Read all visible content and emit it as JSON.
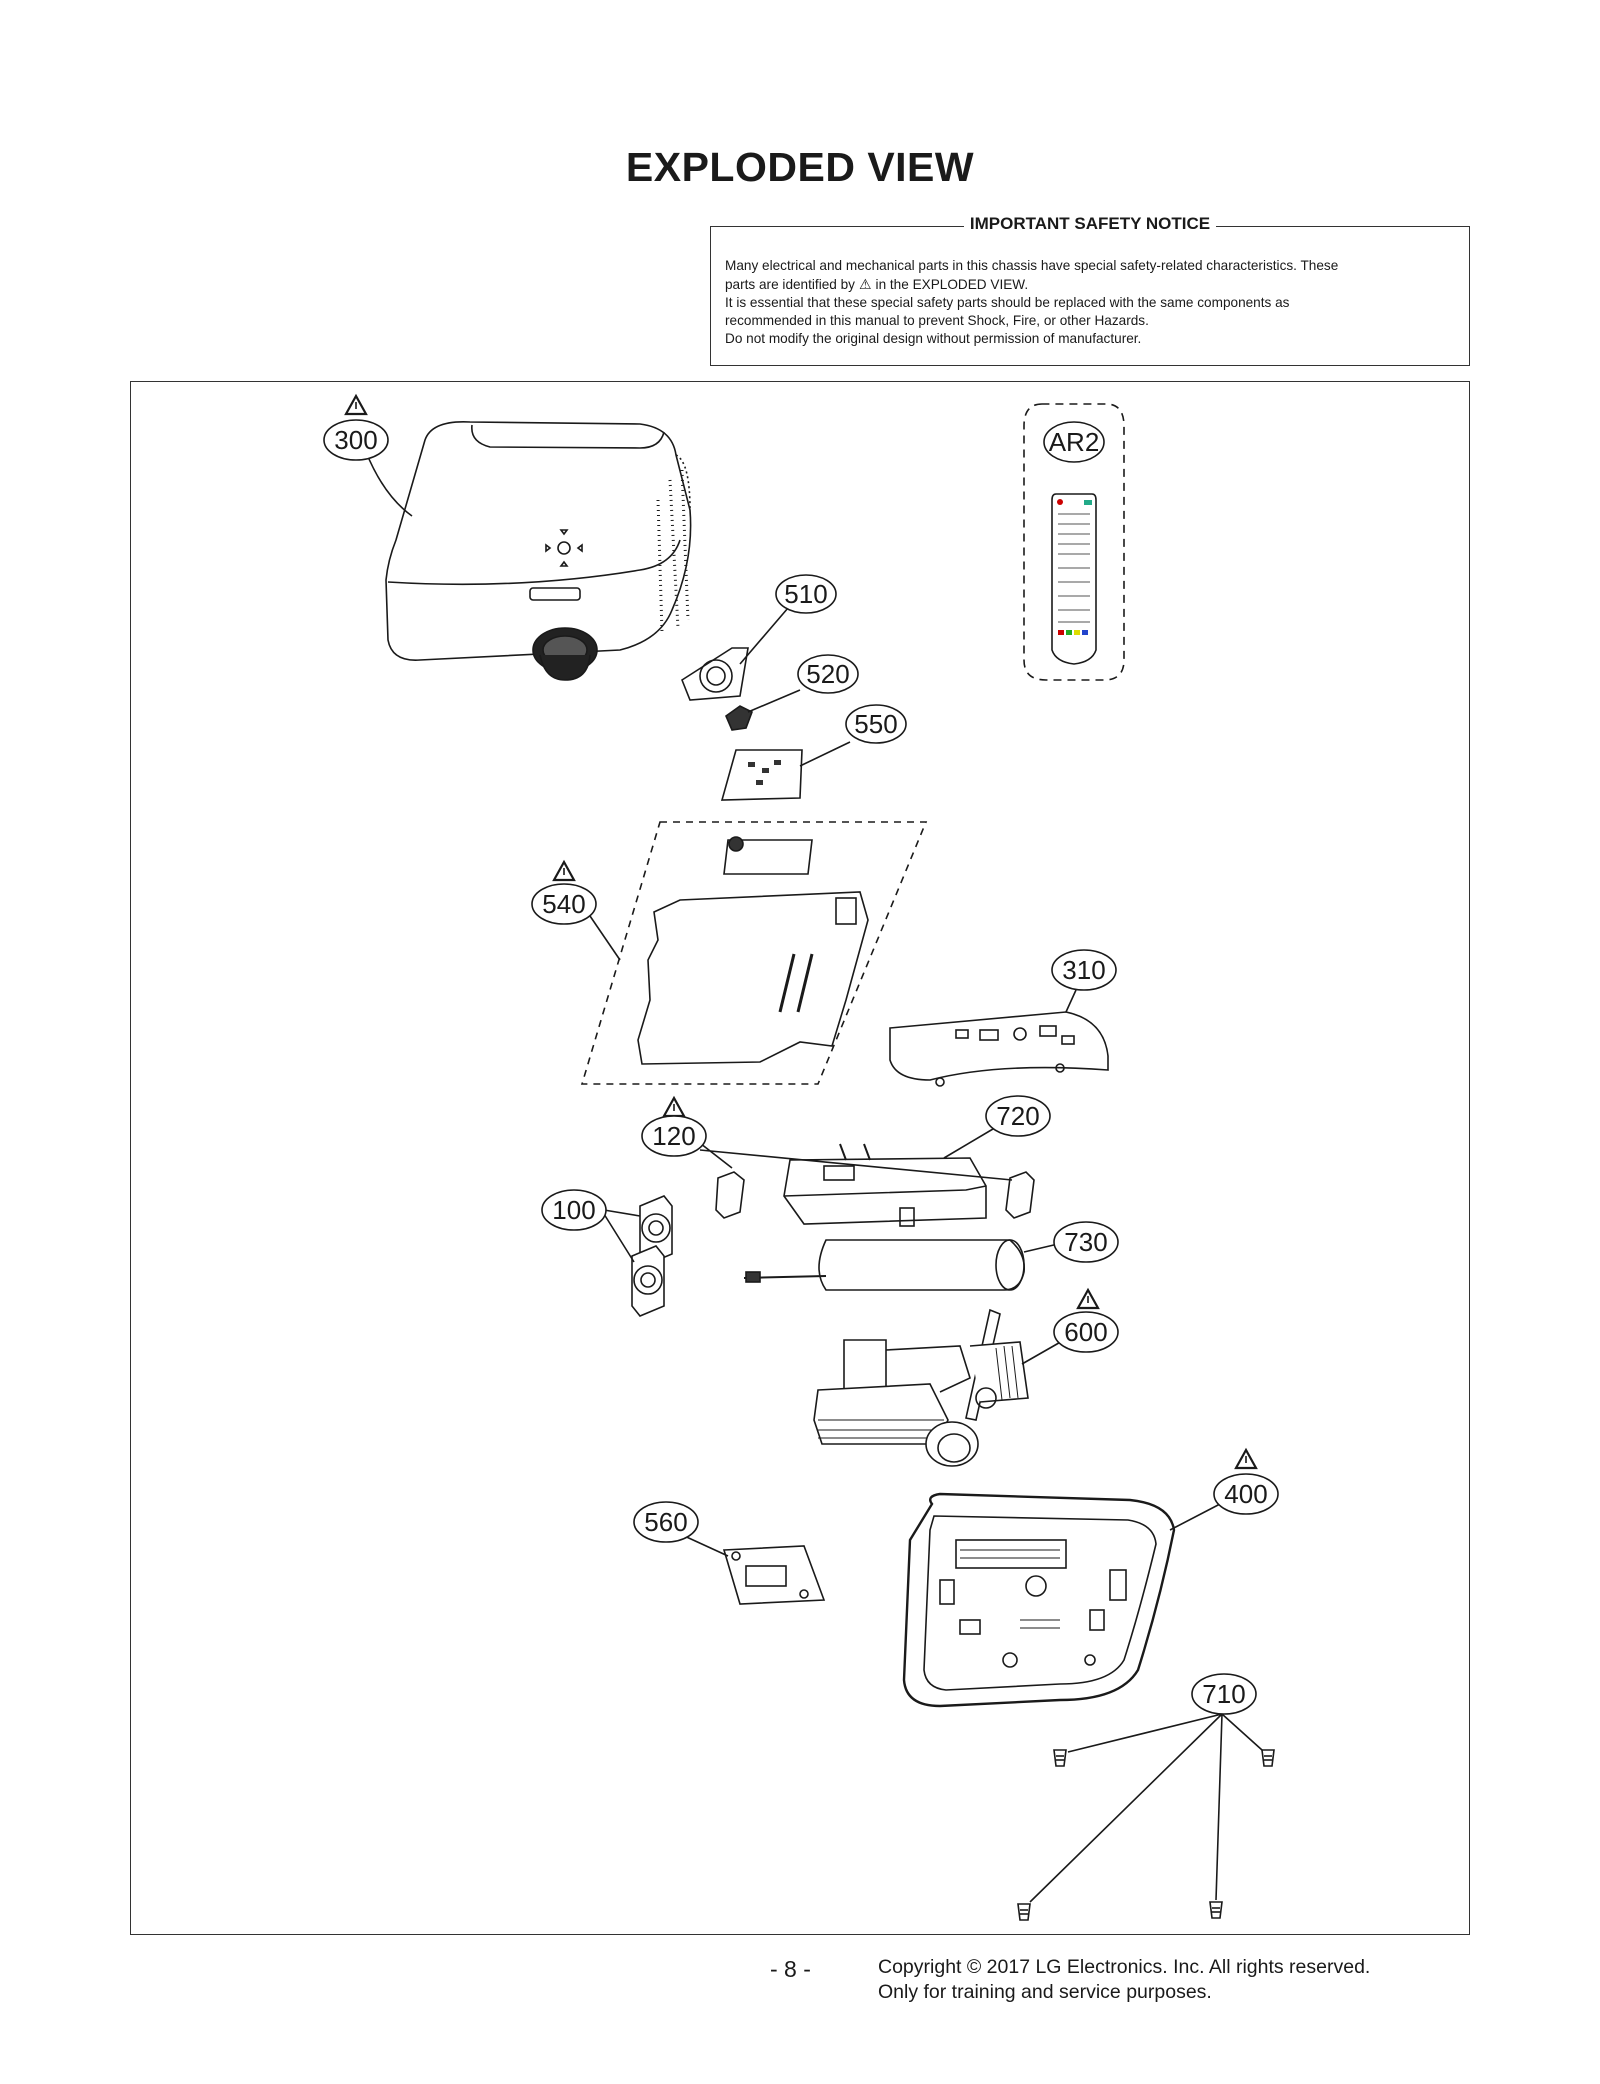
{
  "page": {
    "title": "EXPLODED VIEW",
    "page_number": "- 8 -"
  },
  "notice": {
    "title": "IMPORTANT SAFETY NOTICE",
    "line1": "Many electrical and mechanical parts in this chassis have special safety-related characteristics. These",
    "line2_pre": "parts are identified by",
    "line2_post": "in the EXPLODED VIEW.",
    "line3": "It is essential that these special safety parts should be replaced with the same components as",
    "line4": "recommended in this manual to prevent Shock, Fire, or other Hazards.",
    "line5": "Do not modify the original design without permission of manufacturer."
  },
  "callouts": {
    "c300": "300",
    "cAR2": "AR2",
    "c510": "510",
    "c520": "520",
    "c550": "550",
    "c540": "540",
    "c310": "310",
    "c120": "120",
    "c720": "720",
    "c100": "100",
    "c730": "730",
    "c600": "600",
    "c400": "400",
    "c560": "560",
    "c710": "710"
  },
  "safety_marked_parts": [
    "300",
    "540",
    "120",
    "600",
    "400"
  ],
  "footer": {
    "copyright": "Copyright  © 2017 LG Electronics. Inc. All rights reserved.",
    "training": "Only for training and service purposes."
  }
}
